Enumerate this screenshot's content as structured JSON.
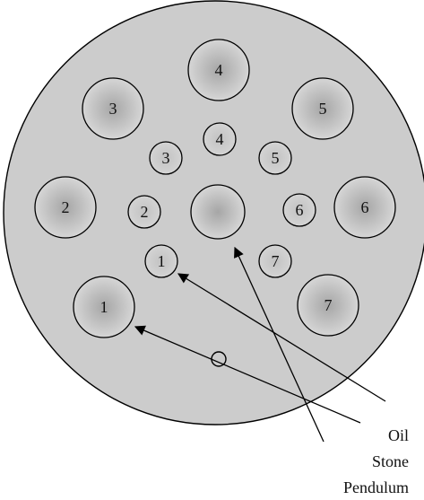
{
  "outer_labels": [
    "1",
    "2",
    "3",
    "4",
    "5",
    "6",
    "7"
  ],
  "inner_labels": [
    "1",
    "2",
    "3",
    "4",
    "5",
    "6",
    "7"
  ],
  "legend": [
    "Oil",
    "Stone",
    "Pendulum"
  ],
  "colors": {
    "disc": "#cccccc",
    "shade_center": "#a8a8a8",
    "shade_edge": "#d4d4d4",
    "outline": "#000000"
  }
}
